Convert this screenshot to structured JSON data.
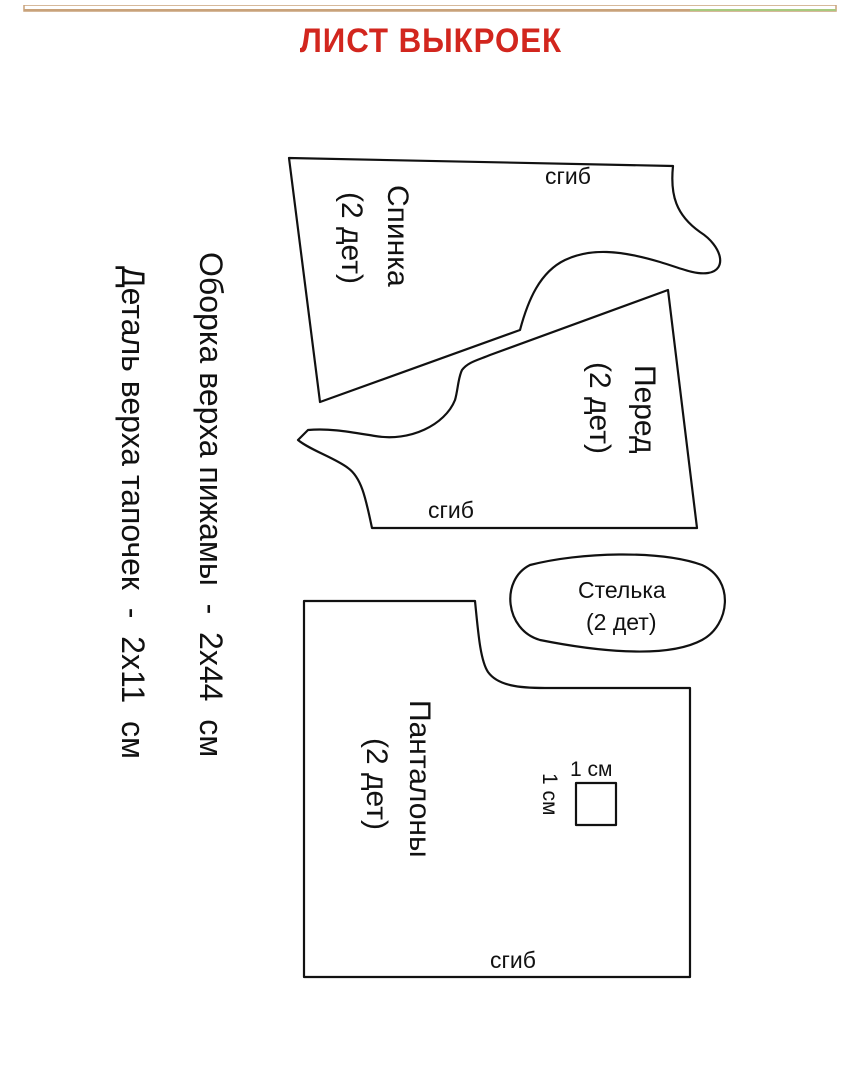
{
  "title": "ЛИСТ ВЫКРОЕК",
  "colors": {
    "title": "#d2261e",
    "topbar_left": "#c8a27a",
    "topbar_right": "#a7c97e",
    "outline": "#111111"
  },
  "pieces": {
    "back": {
      "name": "Спинка",
      "count": "(2 дет)",
      "fold": "сгиб"
    },
    "front": {
      "name": "Перед",
      "count": "(2 дет)",
      "fold": "сгиб"
    },
    "insole": {
      "name": "Стелька",
      "count": "(2 дет)"
    },
    "pants": {
      "name": "Панталоны",
      "count": "(2 дет)",
      "fold": "сгиб"
    }
  },
  "scale": {
    "width": "1 см",
    "height": "1 см"
  },
  "notes": {
    "ruffle": "Оборка верха пижамы  -  2х44  см",
    "slipper": "Деталь верха тапочек  -  2х11  см"
  }
}
